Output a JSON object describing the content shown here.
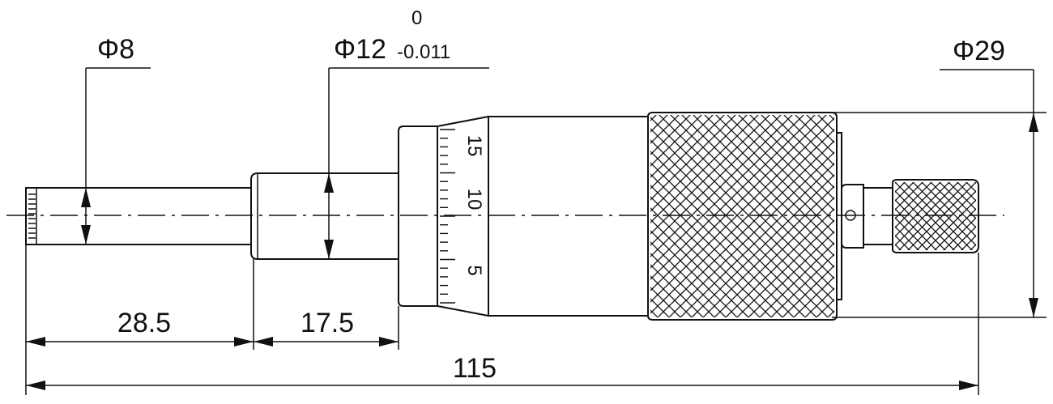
{
  "dimensions": {
    "spindle_diameter": "Φ8",
    "sleeve_diameter": "Φ12",
    "sleeve_tolerance_upper": "0",
    "sleeve_tolerance_lower": "-0.011",
    "thimble_diameter": "Φ29",
    "spindle_length": "28.5",
    "sleeve_length": "17.5",
    "overall_length": "115"
  },
  "thimble_scale": {
    "labels": [
      "15",
      "10",
      "5"
    ]
  }
}
